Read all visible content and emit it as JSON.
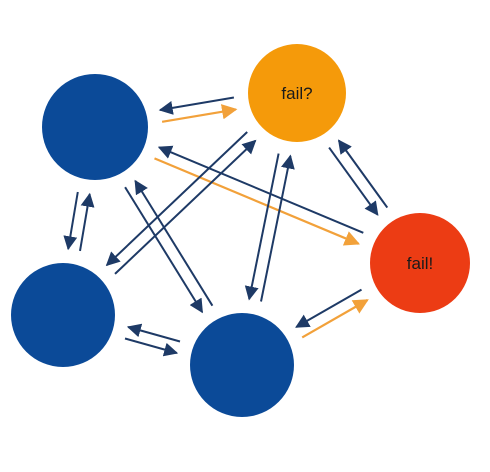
{
  "colors": {
    "healthy_node": "#0b4a98",
    "suspect_node": "#f59a0a",
    "failed_node": "#ec3c14",
    "normal_arrow": "#1e3a66",
    "alert_arrow": "#f2a13a"
  },
  "nodes": [
    {
      "id": "top-left",
      "state": "healthy",
      "label": ""
    },
    {
      "id": "top-right",
      "state": "suspect",
      "label": "fail?"
    },
    {
      "id": "left",
      "state": "healthy",
      "label": ""
    },
    {
      "id": "bottom",
      "state": "healthy",
      "label": ""
    },
    {
      "id": "right",
      "state": "failed",
      "label": "fail!"
    }
  ],
  "edges": [
    {
      "from": "top-right",
      "to": "top-left",
      "kind": "normal"
    },
    {
      "from": "top-left",
      "to": "top-right",
      "kind": "alert"
    },
    {
      "from": "top-left",
      "to": "right",
      "kind": "alert"
    },
    {
      "from": "right",
      "to": "top-left",
      "kind": "normal"
    },
    {
      "from": "top-left",
      "to": "left",
      "kind": "normal"
    },
    {
      "from": "left",
      "to": "top-left",
      "kind": "normal"
    },
    {
      "from": "top-left",
      "to": "bottom",
      "kind": "normal"
    },
    {
      "from": "bottom",
      "to": "top-left",
      "kind": "normal"
    },
    {
      "from": "top-right",
      "to": "left",
      "kind": "normal"
    },
    {
      "from": "left",
      "to": "top-right",
      "kind": "normal"
    },
    {
      "from": "top-right",
      "to": "bottom",
      "kind": "normal"
    },
    {
      "from": "bottom",
      "to": "top-right",
      "kind": "normal"
    },
    {
      "from": "top-right",
      "to": "right",
      "kind": "normal"
    },
    {
      "from": "right",
      "to": "top-right",
      "kind": "normal"
    },
    {
      "from": "left",
      "to": "bottom",
      "kind": "normal"
    },
    {
      "from": "bottom",
      "to": "left",
      "kind": "normal"
    },
    {
      "from": "bottom",
      "to": "right",
      "kind": "alert"
    },
    {
      "from": "right",
      "to": "bottom",
      "kind": "normal"
    }
  ]
}
